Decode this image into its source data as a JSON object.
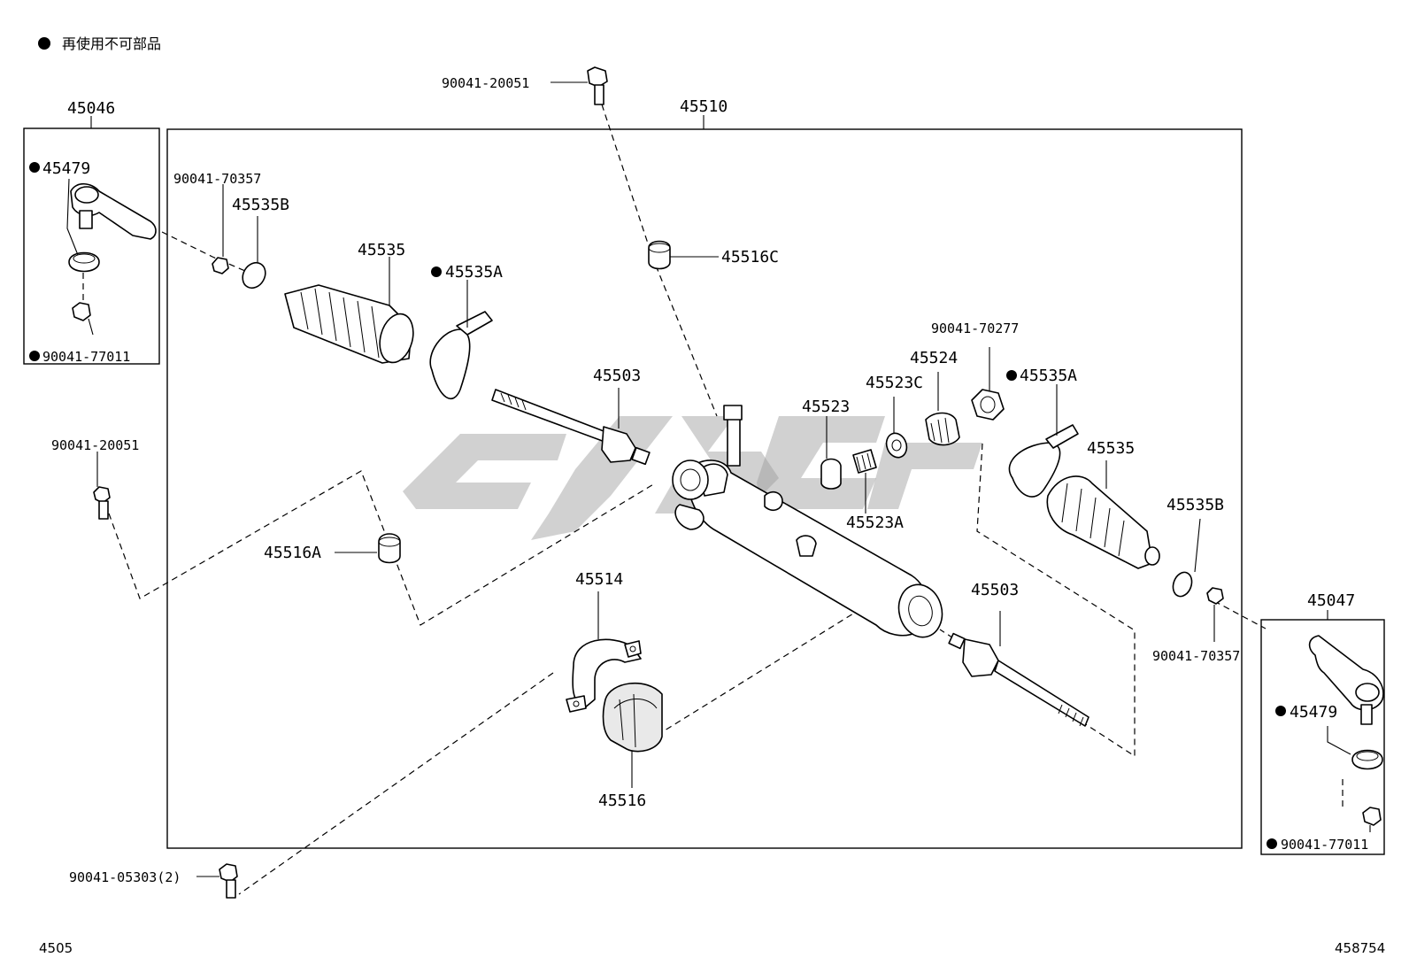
{
  "legend": {
    "marker": "●",
    "text": "再使用不可部品"
  },
  "labels": {
    "l_45046": "45046",
    "l_45510": "45510",
    "l_45047": "45047",
    "l_bolt_top": "90041-20051",
    "l_bolt_left": "90041-20051",
    "l_bolt_bottom": "90041-05303(2)",
    "l_45479_left": "45479",
    "l_nut_left": "90041-77011",
    "l_45479_right": "45479",
    "l_nut_right": "90041-77011",
    "l_70357_left": "90041-70357",
    "l_45535B_left": "45535B",
    "l_45535_left": "45535",
    "l_45535A_left": "45535A",
    "l_45516C": "45516C",
    "l_45503_left": "45503",
    "l_45523": "45523",
    "l_45523C": "45523C",
    "l_45524": "45524",
    "l_70277": "90041-70277",
    "l_45535A_right": "45535A",
    "l_45535_right": "45535",
    "l_45535B_right": "45535B",
    "l_45523A": "45523A",
    "l_45516A": "45516A",
    "l_45514": "45514",
    "l_45503_right": "45503",
    "l_45516": "45516",
    "l_70357_right": "90041-70357"
  },
  "footer": {
    "left_code": "4505",
    "right_code": "458754"
  },
  "watermark": "logo"
}
